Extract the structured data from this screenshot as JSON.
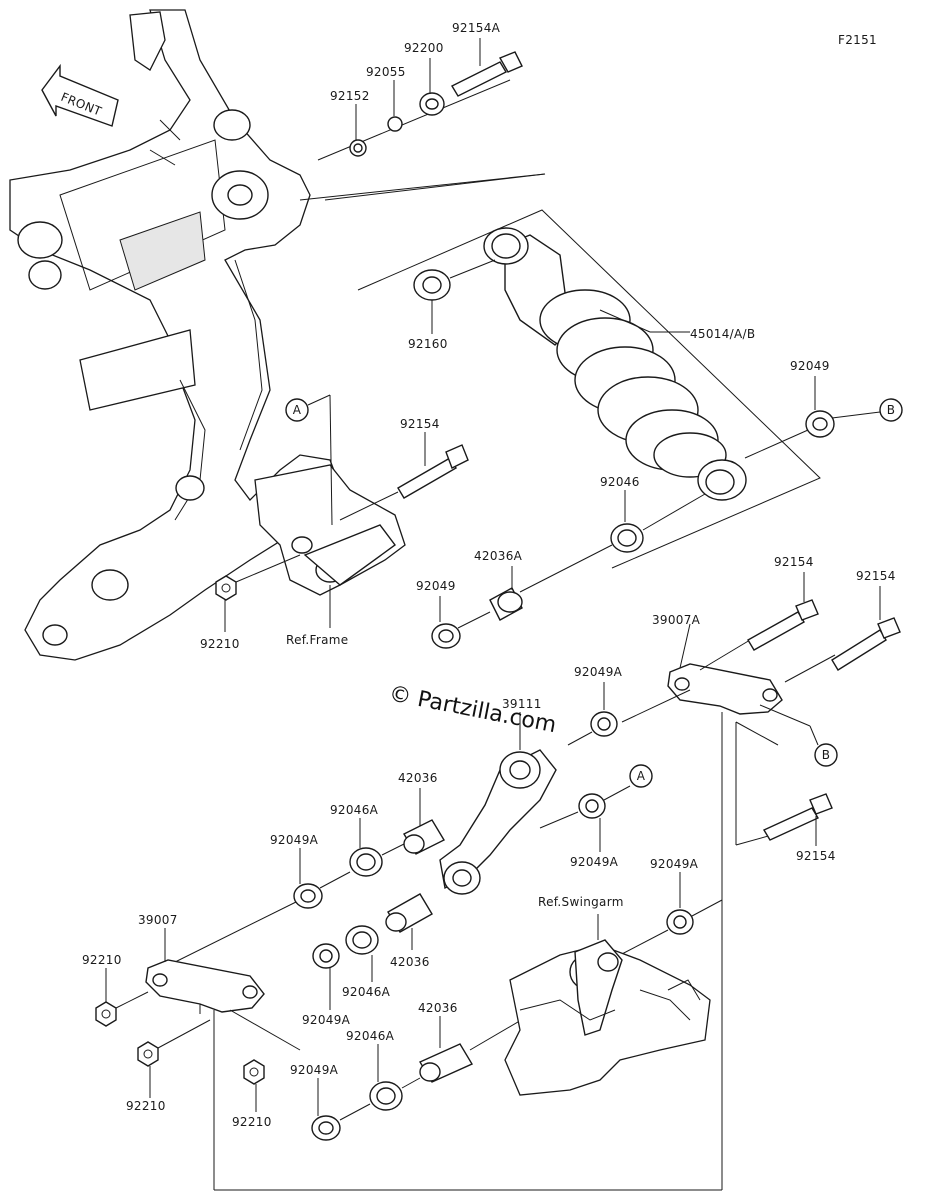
{
  "figure_code": "F2151",
  "watermark": "© Partzilla.com",
  "front_arrow_label": "FRONT",
  "refs": {
    "frame": "Ref.Frame",
    "swingarm": "Ref.Swingarm"
  },
  "circle_markers": {
    "a": "A",
    "b": "B"
  },
  "part_numbers": {
    "bolt_top": "92154A",
    "washer_top": "92200",
    "ring_top": "92055",
    "collar_top": "92152",
    "bushing_shock_top": "92160",
    "shock_absorber": "45014/A/B",
    "washer_shock_bottom": "92049",
    "bolt_frame": "92154",
    "bearing_shock_bottom": "92046",
    "sleeve_shock_bottom": "42036A",
    "washer_shock_lower_left": "92049",
    "nut_frame": "92210",
    "bolt_rod_right_1": "92154",
    "bolt_rod_right_2": "92154",
    "tie_rod_right": "39007A",
    "washer_rod_top": "92049A",
    "rocker_arm": "39111",
    "bolt_rod_lower": "92154",
    "sleeve_rocker_upper": "42036",
    "bearing_rocker_upper": "92046A",
    "washer_rocker_left": "92049A",
    "washer_rocker_right": "92049A",
    "washer_swingarm": "92049A",
    "tie_rod_left": "39007",
    "nut_rod_left": "92210",
    "sleeve_rocker_mid": "42036",
    "bearing_rocker_mid": "92046A",
    "washer_rocker_mid": "92049A",
    "nut_rod_bottom_left": "92210",
    "sleeve_rocker_lower": "42036",
    "bearing_rocker_lower": "92046A",
    "washer_rocker_lower": "92049A",
    "nut_rod_bottom_mid": "92210"
  }
}
